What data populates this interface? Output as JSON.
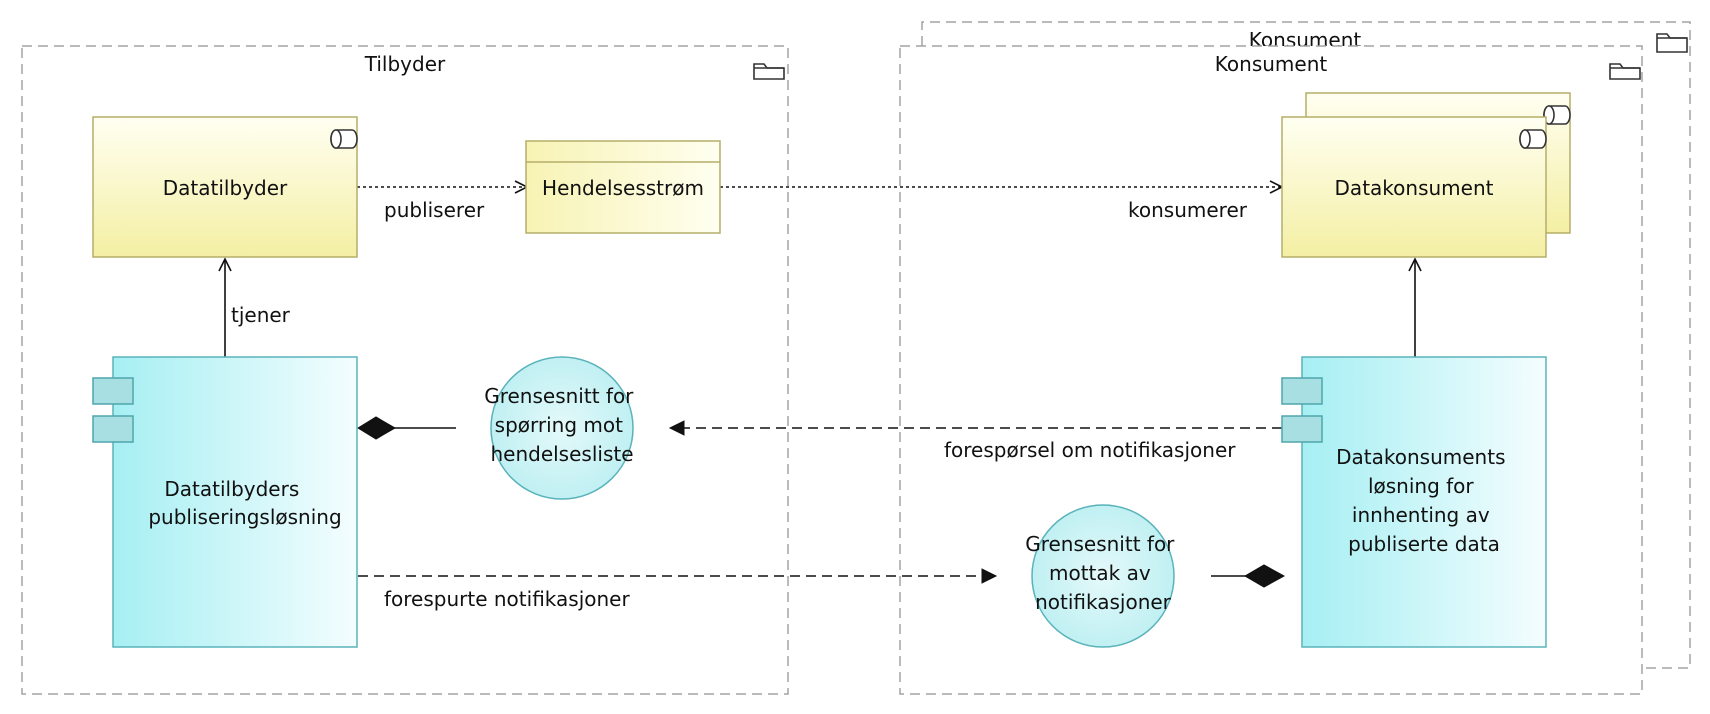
{
  "groups": {
    "tilbyder": "Tilbyder",
    "konsument_back": "Konsument",
    "konsument_front": "Konsument"
  },
  "elements": {
    "datatilbyder": "Datatilbyder",
    "hendelsesstrom": "Hendelsesstrøm",
    "datakonsument": "Datakonsument",
    "publiseringslosning": [
      "Datatilbyders",
      "publiseringsløsning"
    ],
    "grensesnitt_sporring": [
      "Grensesnitt for",
      "spørring mot",
      "hendelsesliste"
    ],
    "grensesnitt_mottak": [
      "Grensesnitt for",
      "mottak av",
      "notifikasjoner"
    ],
    "konsument_losning": [
      "Datakonsuments",
      "løsning for",
      "innhenting av",
      "publiserte data"
    ]
  },
  "relations": {
    "publiserer": "publiserer",
    "konsumerer": "konsumerer",
    "tjener": "tjener",
    "foresporsel": "forespørsel om notifikasjoner",
    "forespurte": "forespurte notifikasjoner"
  },
  "colors": {
    "business_fill_top": "#fffff0",
    "business_fill_bottom": "#f5f0a8",
    "application_fill_right": "#f2fdfe",
    "application_fill_left": "#a9f0f4",
    "interface_fill": "#cdf3f5"
  }
}
